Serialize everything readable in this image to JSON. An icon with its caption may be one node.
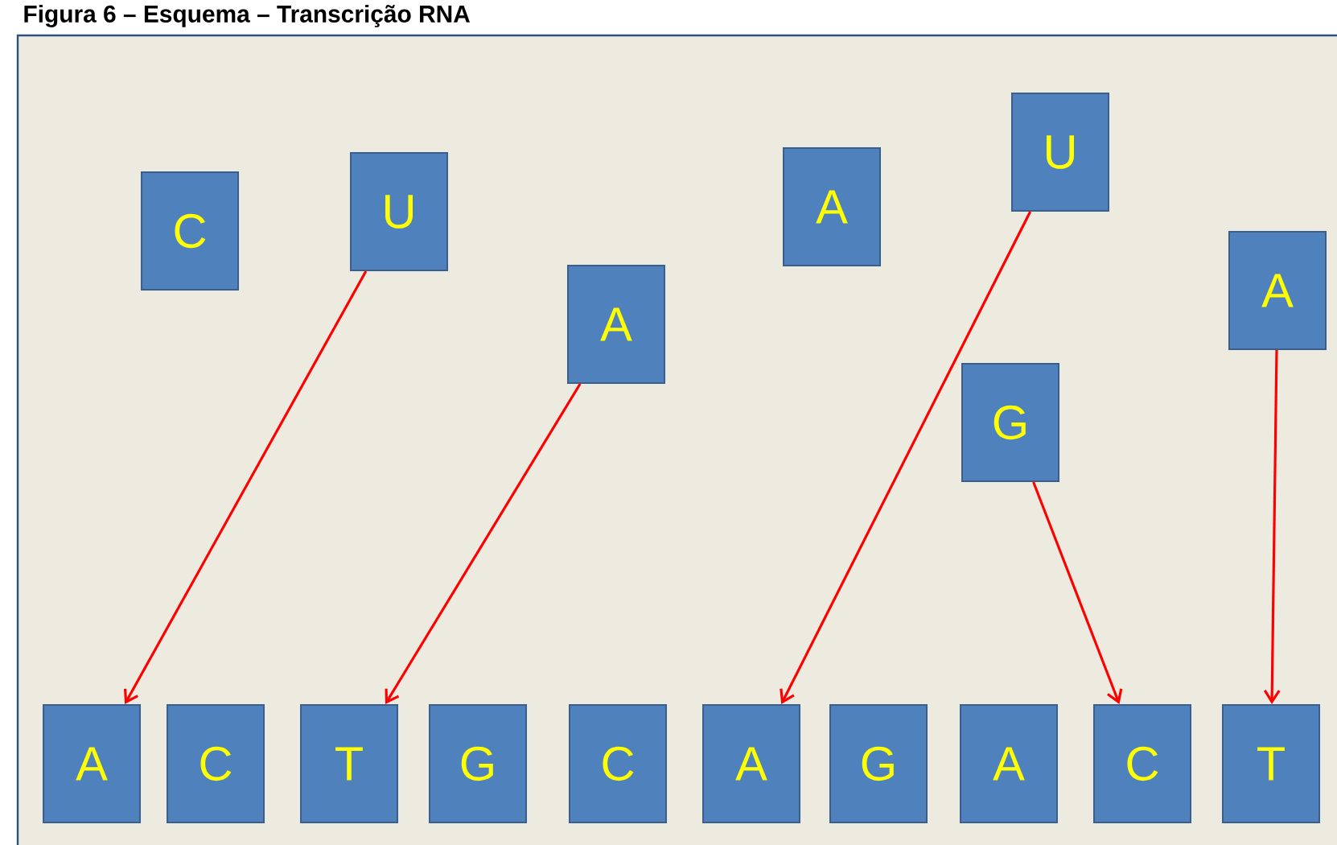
{
  "diagram": {
    "title": "Figura 6 – Esquema – Transcrição RNA",
    "nodes": [
      {
        "text": [
          "C"
        ]
      },
      {
        "text": [
          "U"
        ]
      },
      {
        "text": [
          "A"
        ]
      },
      {
        "text": [
          "A"
        ]
      },
      {
        "text": [
          "G"
        ]
      },
      {
        "text": [
          "U"
        ]
      },
      {
        "text": [
          "A"
        ]
      },
      {
        "text": [
          "A"
        ]
      },
      {
        "text": [
          "C"
        ]
      },
      {
        "text": [
          "T"
        ]
      },
      {
        "text": [
          "G"
        ]
      },
      {
        "text": [
          "C"
        ]
      },
      {
        "text": [
          "A"
        ]
      },
      {
        "text": [
          "G"
        ]
      },
      {
        "text": [
          "A"
        ]
      },
      {
        "text": [
          "C"
        ]
      },
      {
        "text": [
          "T"
        ]
      }
    ],
    "edges": [
      {
        "from": 1,
        "to": 7,
        "arrow": "to"
      },
      {
        "from": 2,
        "to": 9,
        "arrow": "to"
      },
      {
        "from": 5,
        "to": 12,
        "arrow": "to"
      },
      {
        "from": 4,
        "to": 15,
        "arrow": "to"
      },
      {
        "from": 6,
        "to": 16,
        "arrow": "to"
      }
    ]
  }
}
